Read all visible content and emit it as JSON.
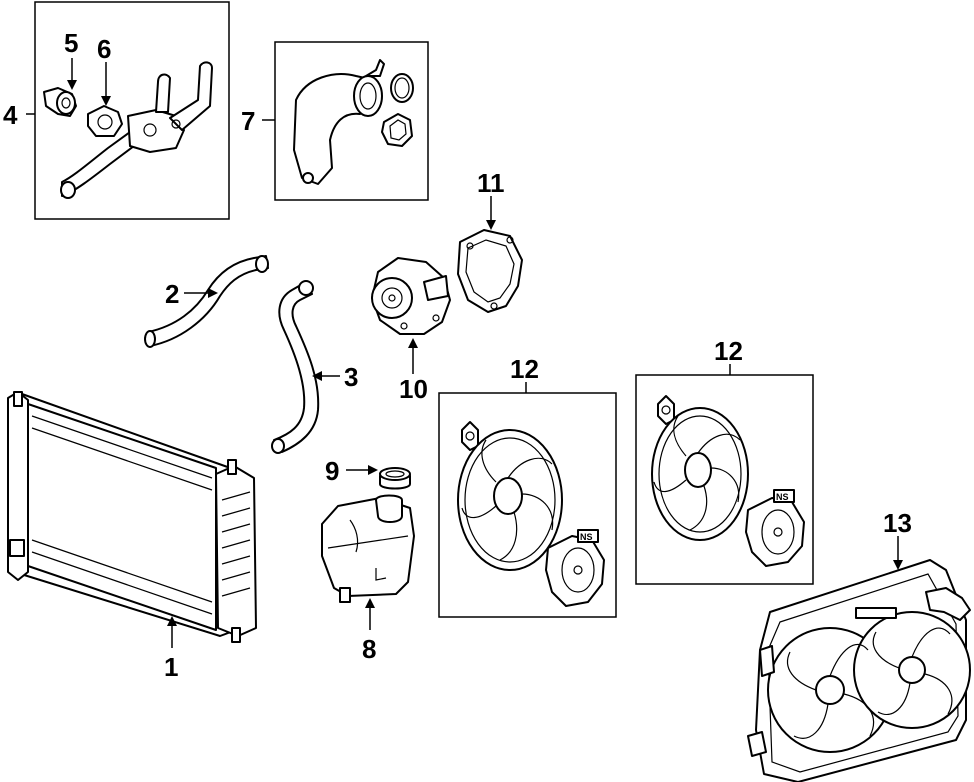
{
  "callouts": {
    "c1": "1",
    "c2": "2",
    "c3": "3",
    "c4": "4",
    "c5": "5",
    "c6": "6",
    "c7": "7",
    "c8": "8",
    "c9": "9",
    "c10": "10",
    "c11": "11",
    "c12a": "12",
    "c12b": "12",
    "c13": "13"
  },
  "fan_labels": {
    "fan1": "NS",
    "fan2": "NS"
  }
}
